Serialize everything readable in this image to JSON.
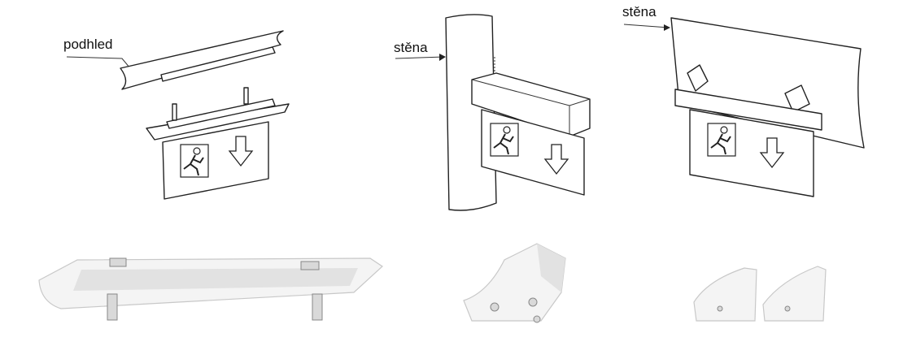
{
  "diagrams": [
    {
      "id": "ceiling-mount",
      "label": "podhled"
    },
    {
      "id": "wall-mount-side",
      "label": "stěna"
    },
    {
      "id": "wall-mount-top",
      "label": "stěna"
    }
  ],
  "accessories": [
    {
      "id": "ceiling-recess-frame"
    },
    {
      "id": "wall-bracket-single"
    },
    {
      "id": "wall-bracket-pair"
    }
  ]
}
